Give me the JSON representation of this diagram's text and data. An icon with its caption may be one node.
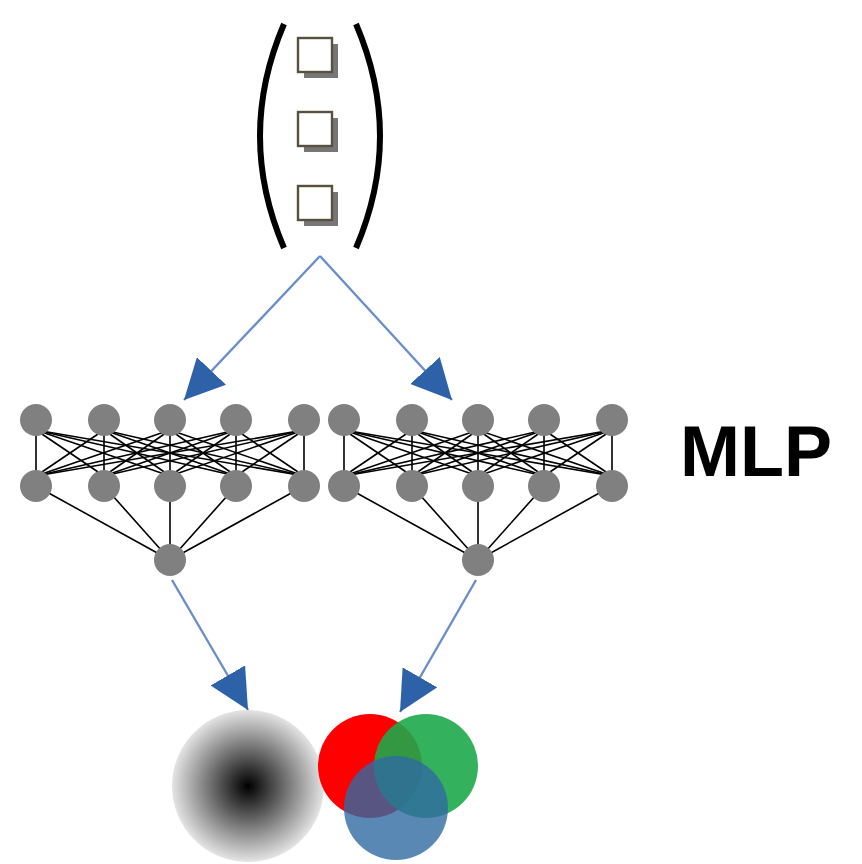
{
  "diagram": {
    "nodes": [
      {
        "text": [],
        "shape": "picture"
      },
      {
        "text": [],
        "shape": "picture"
      },
      {
        "text": [],
        "shape": "picture"
      },
      {
        "text": [],
        "shape": "picture"
      },
      {
        "text": [],
        "shape": "picture"
      }
    ],
    "edges": [
      {
        "from": 0,
        "to": 1,
        "arrow": "to"
      },
      {
        "from": 0,
        "to": 2,
        "arrow": "to"
      },
      {
        "from": 1,
        "to": 3,
        "arrow": "to"
      },
      {
        "from": 2,
        "to": 4,
        "arrow": "to"
      }
    ],
    "labels": [
      "MLP"
    ]
  }
}
